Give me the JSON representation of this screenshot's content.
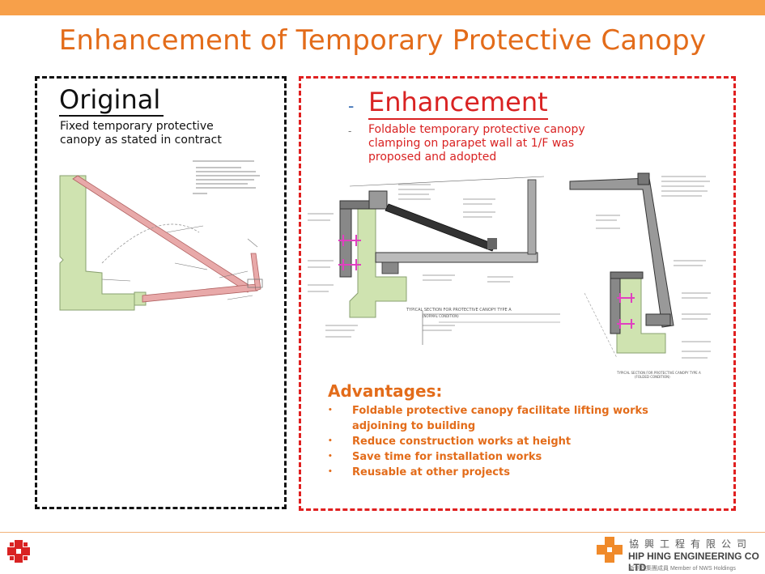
{
  "slide": {
    "title": "Enhancement of Temporary Protective Canopy"
  },
  "original": {
    "heading": "Original",
    "description": "Fixed temporary protective canopy as stated in contract"
  },
  "enhancement": {
    "dash": "-",
    "heading": "Enhancement",
    "sub_dash": "-",
    "description": "Foldable temporary protective canopy clamping on parapet wall at 1/F was proposed and adopted"
  },
  "advantages": {
    "heading": "Advantages:",
    "bullet": "•",
    "items": [
      "Foldable protective canopy facilitate lifting works adjoining to building",
      "Reduce construction works at height",
      "Save time for installation works",
      "Reusable at other projects"
    ]
  },
  "footer": {
    "company_cn": "協興工程有限公司",
    "company_en": "HIP HING ENGINEERING CO LTD",
    "company_sub": "新創建集團成員  Member of NWS Holdings"
  },
  "drawings": {
    "section_a_caption": "TYPICAL SECTION FOR PROTECTIVE CANOPY TYPE A",
    "section_a_sub": "(NORMAL CONDITION)",
    "section_b_caption": "TYPICAL SECTION FOR PROTECTIVE CANOPY TYPE A",
    "section_b_sub": "(FOLDED CONDITION)"
  },
  "colors": {
    "accent": "#e36c1a",
    "top_bar": "#f7a04a",
    "red": "#d92222",
    "concrete": "#cfe3b0",
    "canopy_beam": "#e8a9a9",
    "clamp": "#e040c0"
  }
}
